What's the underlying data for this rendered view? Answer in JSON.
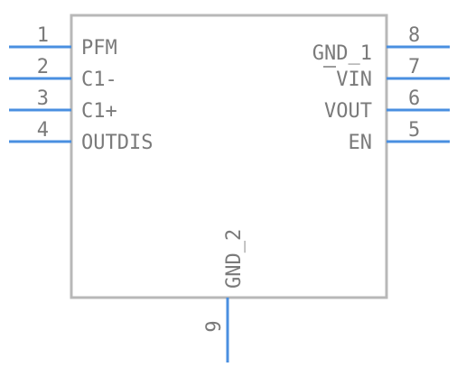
{
  "component": {
    "left_pins": [
      {
        "number": "1",
        "name": "PFM"
      },
      {
        "number": "2",
        "name": "C1-"
      },
      {
        "number": "3",
        "name": "C1+"
      },
      {
        "number": "4",
        "name": "OUTDIS"
      }
    ],
    "right_pins": [
      {
        "number": "8",
        "name": "GND_1"
      },
      {
        "number": "7",
        "name": "VIN"
      },
      {
        "number": "6",
        "name": "VOUT"
      },
      {
        "number": "5",
        "name": "EN"
      }
    ],
    "bottom_pins": [
      {
        "number": "9",
        "name": "GND_2"
      }
    ]
  },
  "colors": {
    "pin": "#4a8fe0",
    "outline": "#b8b8b8",
    "text": "#7a7a7a"
  }
}
